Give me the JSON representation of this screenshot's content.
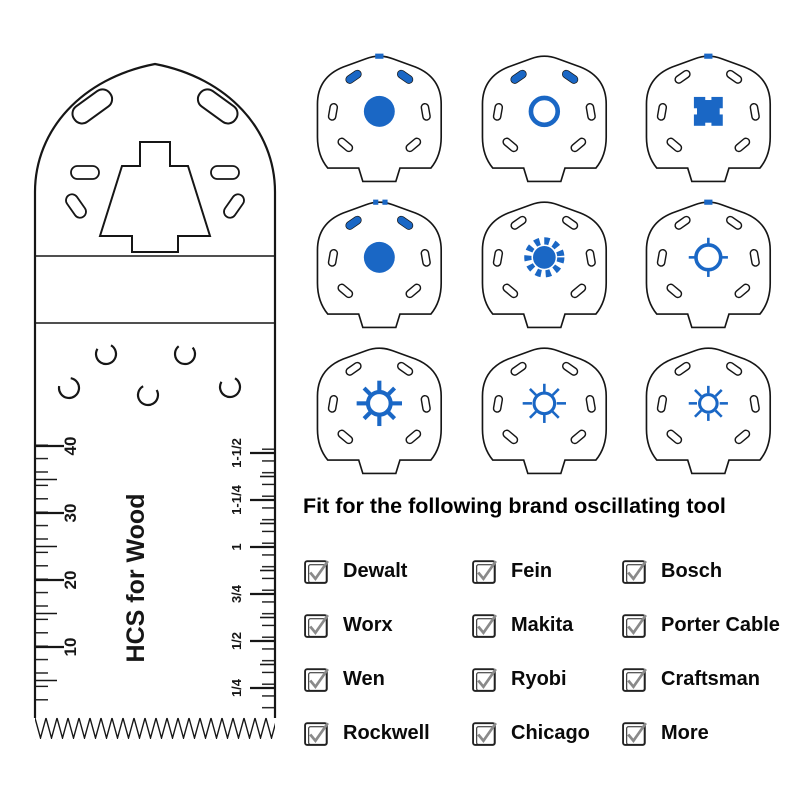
{
  "colors": {
    "accent_blue": "#1a67c5",
    "ink": "#161616"
  },
  "blade": {
    "label": "HCS for Wood",
    "ruler_mm_labels": [
      "40",
      "30",
      "20",
      "10"
    ],
    "ruler_inch_labels": [
      "1-1/2",
      "1-1/4",
      "1",
      "3/4",
      "1/2",
      "1/4"
    ]
  },
  "adapters": {
    "items": [
      {
        "name": "universal-round-bore-mount"
      },
      {
        "name": "open-ring-mount"
      },
      {
        "name": "square-bore-mount"
      },
      {
        "name": "round-bore-mount"
      },
      {
        "name": "gear-bore-mount"
      },
      {
        "name": "ring-spoke-mount"
      },
      {
        "name": "star-spoke-mount-large"
      },
      {
        "name": "star-spoke-mount-medium"
      },
      {
        "name": "star-spoke-mount-small"
      }
    ]
  },
  "compat": {
    "heading": "Fit for the following brand oscillating tool",
    "brands": [
      "Dewalt",
      "Worx",
      "Wen",
      "Rockwell",
      "Fein",
      "Makita",
      "Ryobi",
      "Chicago",
      "Bosch",
      "Porter Cable",
      "Craftsman",
      "More"
    ]
  }
}
